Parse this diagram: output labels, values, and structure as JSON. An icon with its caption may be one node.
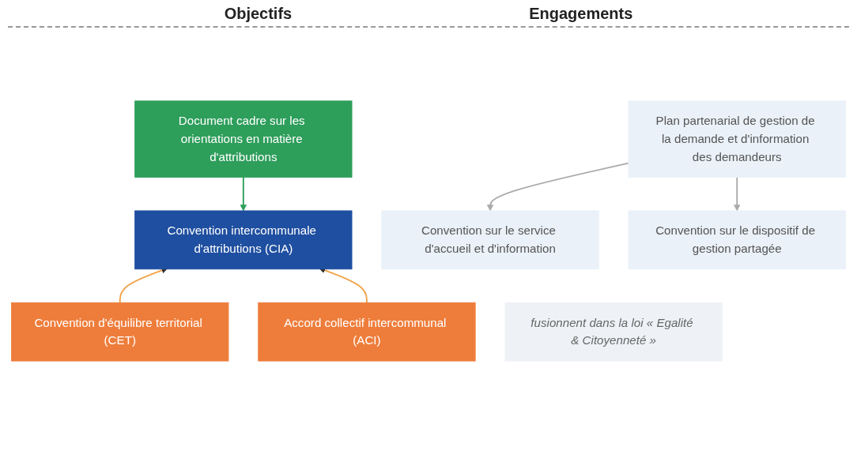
{
  "diagram": {
    "nodes": [
      {
        "text": [
          "Document cadre sur les orientations en matière d'attributions"
        ]
      },
      {
        "text": [
          "Plan partenarial de gestion de la demande et d'information des demandeurs"
        ]
      },
      {
        "text": [
          "Convention intercommunale d'attributions (CIA)"
        ]
      },
      {
        "text": [
          "Convention sur le service d'accueil et d'information"
        ]
      },
      {
        "text": [
          "Convention sur le dispositif de gestion partagée"
        ]
      },
      {
        "text": [
          "fusionnent dans la loi « Egalité & Citoyenneté »"
        ]
      },
      {
        "text": [
          "Convention d'équilibre territorial (CET)"
        ]
      },
      {
        "text": [
          "Accord collectif intercommunal (ACI)"
        ]
      }
    ],
    "edges": [
      {
        "from": 0,
        "to": 2,
        "arrow": "to",
        "color": "#2e9e5b"
      },
      {
        "from": 1,
        "to": 3,
        "arrow": "to"
      },
      {
        "from": 1,
        "to": 4,
        "arrow": "to"
      },
      {
        "from": 6,
        "to": 2,
        "arrow": "to",
        "color": "#f0a34a"
      },
      {
        "from": 7,
        "to": 2,
        "arrow": "to",
        "color": "#f0a34a"
      }
    ],
    "labels": [
      "Objectifs",
      "Engagements"
    ]
  }
}
